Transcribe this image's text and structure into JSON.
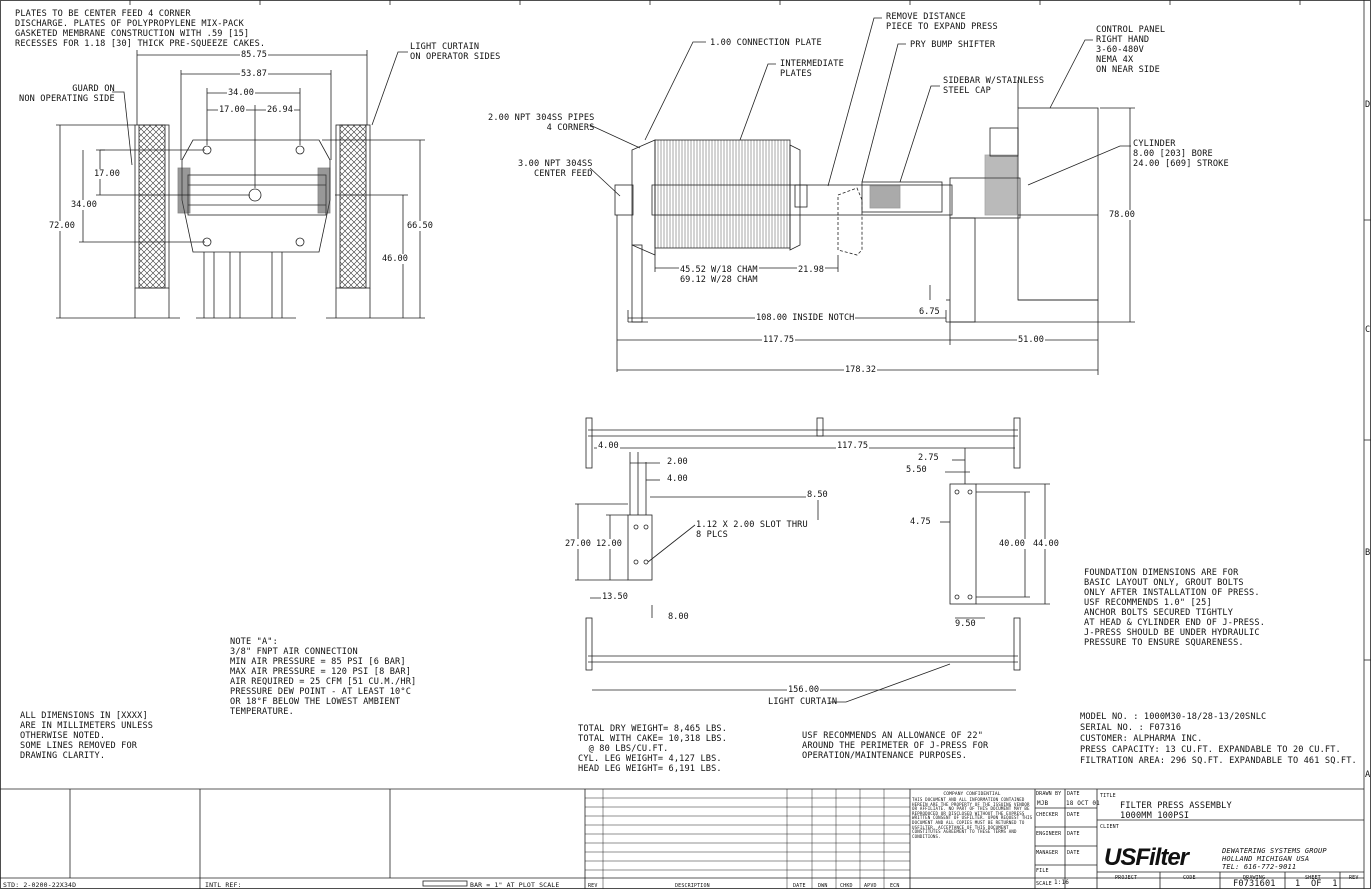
{
  "notes": {
    "top_left": "PLATES TO BE CENTER FEED 4 CORNER\nDISCHARGE. PLATES OF POLYPROPYLENE MIX-PACK\nGASKETED MEMBRANE CONSTRUCTION WITH .59 [15]\nRECESSES FOR 1.18 [30] THICK PRE-SQUEEZE CAKES.",
    "guard": "GUARD ON\nNON OPERATING SIDE",
    "light_curtain_top": "LIGHT CURTAIN\nON OPERATOR SIDES",
    "connection_plate": "1.00 CONNECTION PLATE",
    "intermediate_plates": "INTERMEDIATE\nPLATES",
    "remove_distance": "REMOVE DISTANCE\nPIECE TO EXPAND PRESS",
    "pry_bump": "PRY BUMP SHIFTER",
    "sidebar": "SIDEBAR W/STAINLESS\nSTEEL CAP",
    "control_panel": "CONTROL PANEL\nRIGHT HAND\n3-60-480V\nNEMA 4X\nON NEAR SIDE",
    "pipes": "2.00 NPT 304SS PIPES\n4 CORNERS",
    "center_feed": "3.00 NPT 304SS\nCENTER FEED",
    "cylinder": "CYLINDER\n8.00 [203] BORE\n24.00 [609] STROKE",
    "slot": "1.12 X 2.00 SLOT THRU\n8 PLCS",
    "foundation": "FOUNDATION DIMENSIONS ARE FOR\nBASIC LAYOUT ONLY, GROUT BOLTS\nONLY AFTER INSTALLATION OF PRESS.\nUSF RECOMMENDS 1.0\" [25]\nANCHOR BOLTS SECURED TIGHTLY\nAT HEAD & CYLINDER END OF J-PRESS.\nJ-PRESS SHOULD BE UNDER HYDRAULIC\nPRESSURE TO ENSURE SQUARENESS.",
    "note_a": "NOTE \"A\":\n3/8\" FNPT AIR CONNECTION\nMIN AIR PRESSURE = 85 PSI [6 BAR]\nMAX AIR PRESSURE = 120 PSI [8 BAR]\nAIR REQUIRED = 25 CFM [51 CU.M./HR]\nPRESSURE DEW POINT - AT LEAST 10°C\nOR 18°F BELOW THE LOWEST AMBIENT\nTEMPERATURE.",
    "all_dims": "ALL DIMENSIONS IN [XXXX]\nARE IN MILLIMETERS UNLESS\nOTHERWISE NOTED.\nSOME LINES REMOVED FOR\nDRAWING CLARITY.",
    "light_curtain_bottom": "LIGHT CURTAIN",
    "weights": "TOTAL DRY WEIGHT= 8,465 LBS.\nTOTAL WITH CAKE= 10,318 LBS.\n  @ 80 LBS/CU.FT.\nCYL. LEG WEIGHT= 4,127 LBS.\nHEAD LEG WEIGHT= 6,191 LBS.",
    "allowance": "USF RECOMMENDS AN ALLOWANCE OF 22\"\nAROUND THE PERIMETER OF J-PRESS FOR\nOPERATION/MAINTENANCE PURPOSES.",
    "model": "MODEL NO. : 1000M30-18/28-13/20SNLC\nSERIAL NO. : F07316\nCUSTOMER: ALPHARMA INC.\nPRESS CAPACITY: 13 CU.FT. EXPANDABLE TO 20 CU.FT.\nFILTRATION AREA: 296 SQ.FT. EXPANDABLE TO 461 SQ.FT."
  },
  "dims": {
    "d85_75": "85.75",
    "d53_87": "53.87",
    "d34_00a": "34.00",
    "d17_00a": "17.00",
    "d26_94": "26.94",
    "d17_00b": "17.00",
    "d34_00b": "34.00",
    "d72_00": "72.00",
    "d66_50": "66.50",
    "d46_00": "46.00",
    "d45_52": "45.52 W/18 CHAM",
    "d69_12": "69.12 W/28 CHAM",
    "d21_98": "21.98",
    "d78_00": "78.00",
    "d6_75": "6.75",
    "d108": "108.00 INSIDE NOTCH",
    "d117_75a": "117.75",
    "d51_00": "51.00",
    "d178_32": "178.32",
    "d4_00a": "4.00",
    "d117_75b": "117.75",
    "d2_75": "2.75",
    "d5_50": "5.50",
    "d2_00": "2.00",
    "d4_00b": "4.00",
    "d8_50": "8.50",
    "d4_75": "4.75",
    "d27_00": "27.00",
    "d12_00": "12.00",
    "d40_00": "40.00",
    "d44_00": "44.00",
    "d13_50": "13.50",
    "d8_00": "8.00",
    "d9_50": "9.50",
    "d156": "156.00"
  },
  "title_block": {
    "confidential_title": "COMPANY CONFIDENTIAL",
    "confidential_text": "THIS DOCUMENT AND ALL INFORMATION CONTAINED HEREIN ARE THE PROPERTY OF THE ISSUING VENDOR OR AFFILIATE. NO PART OF THIS DOCUMENT MAY BE REPRODUCED OR DISCLOSED WITHOUT THE EXPRESS WRITTEN CONSENT OF USFILTER. UPON REQUEST THIS DOCUMENT AND ALL COPIES MUST BE RETURNED TO USFILTER. ACCEPTANCE OF THIS DOCUMENT CONSTITUTES AGREEMENT TO THESE TERMS AND CONDITIONS.",
    "drawn_label": "DRAWN BY",
    "drawn_val": "MJB",
    "date_label": "DATE",
    "date_val": "18 OCT 01",
    "checker": "CHECKER",
    "engineer": "ENGINEER",
    "manager": "MANAGER",
    "file": "FILE",
    "scale_label": "SCALE",
    "scale_val": "1:16",
    "title_label": "TITLE",
    "title_line1": "FILTER PRESS ASSEMBLY",
    "title_line2": "1000MM 100PSI",
    "client_label": "CLIENT",
    "logo": "USFilter",
    "group": "DEWATERING SYSTEMS GROUP\nHOLLAND MICHIGAN USA\nTEL: 616-772-9011",
    "project": "PROJECT",
    "code": "CODE",
    "drawing_label": "DRAWING",
    "drawing_val": "F0731601",
    "sheet_label": "SHEET",
    "sheet_val": "1  OF  1",
    "rev": "REV",
    "std": "STD: 2-0200-22X34D",
    "intl_ref": "INTL REF:",
    "bar_scale": "BAR = 1\" AT PLOT SCALE",
    "rev_cols": [
      "REV",
      "DESCRIPTION",
      "DATE",
      "DWN",
      "CHKD",
      "APVD",
      "ECN"
    ]
  },
  "border_letters": [
    "D",
    "C",
    "B",
    "A"
  ]
}
